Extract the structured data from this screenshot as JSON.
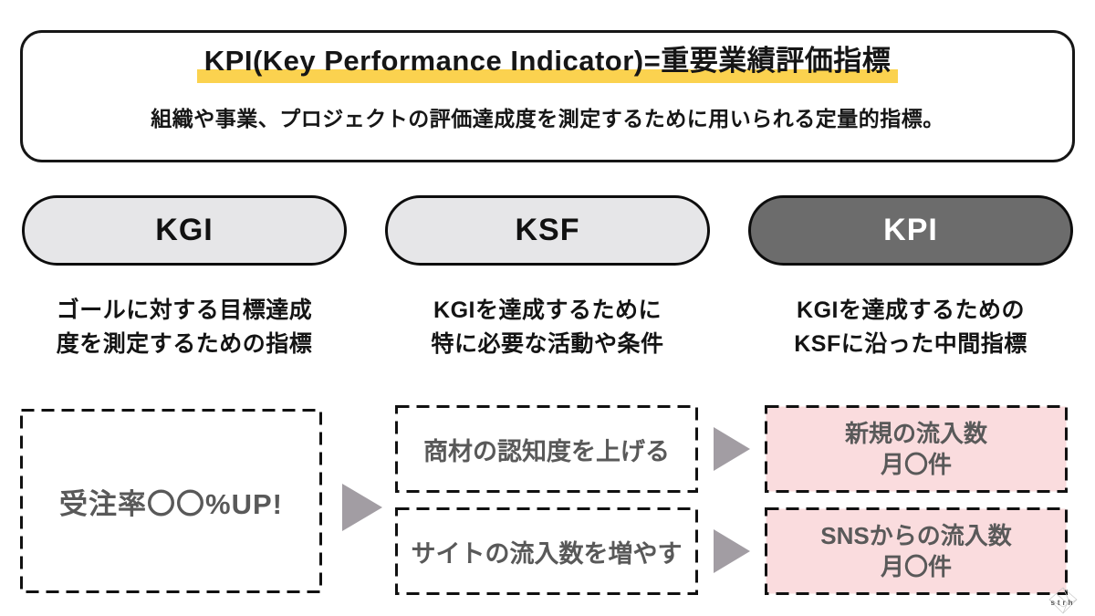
{
  "colors": {
    "highlight_yellow": "#fbd24f",
    "pill_light_gray": "#e6e6e8",
    "pill_dark_gray": "#6c6c6c",
    "pink_box": "#fadcde",
    "arrow_gray": "#a29da3",
    "muted_text": "#595959"
  },
  "header": {
    "title": "KPI(Key Performance Indicator)=重要業績評価指標",
    "subtitle": "組織や事業、プロジェクトの評価達成度を測定するために用いられる定量的指標。"
  },
  "columns": [
    {
      "label": "KGI",
      "style": "light",
      "desc_line1": "ゴールに対する目標達成",
      "desc_line2": "度を測定するための指標"
    },
    {
      "label": "KSF",
      "style": "light",
      "desc_line1": "KGIを達成するために",
      "desc_line2": "特に必要な活動や条件"
    },
    {
      "label": "KPI",
      "style": "dark",
      "desc_line1": "KGIを達成するための",
      "desc_line2": "KSFに沿った中間指標"
    }
  ],
  "flow": {
    "kgi_example": "受注率〇〇%UP!",
    "ksf_examples": [
      "商材の認知度を上げる",
      "サイトの流入数を増やす"
    ],
    "kpi_examples": [
      {
        "line1": "新規の流入数",
        "line2": "月〇件"
      },
      {
        "line1": "SNSからの流入数",
        "line2": "月〇件"
      }
    ]
  },
  "footer": {
    "logo_text": "strh"
  }
}
